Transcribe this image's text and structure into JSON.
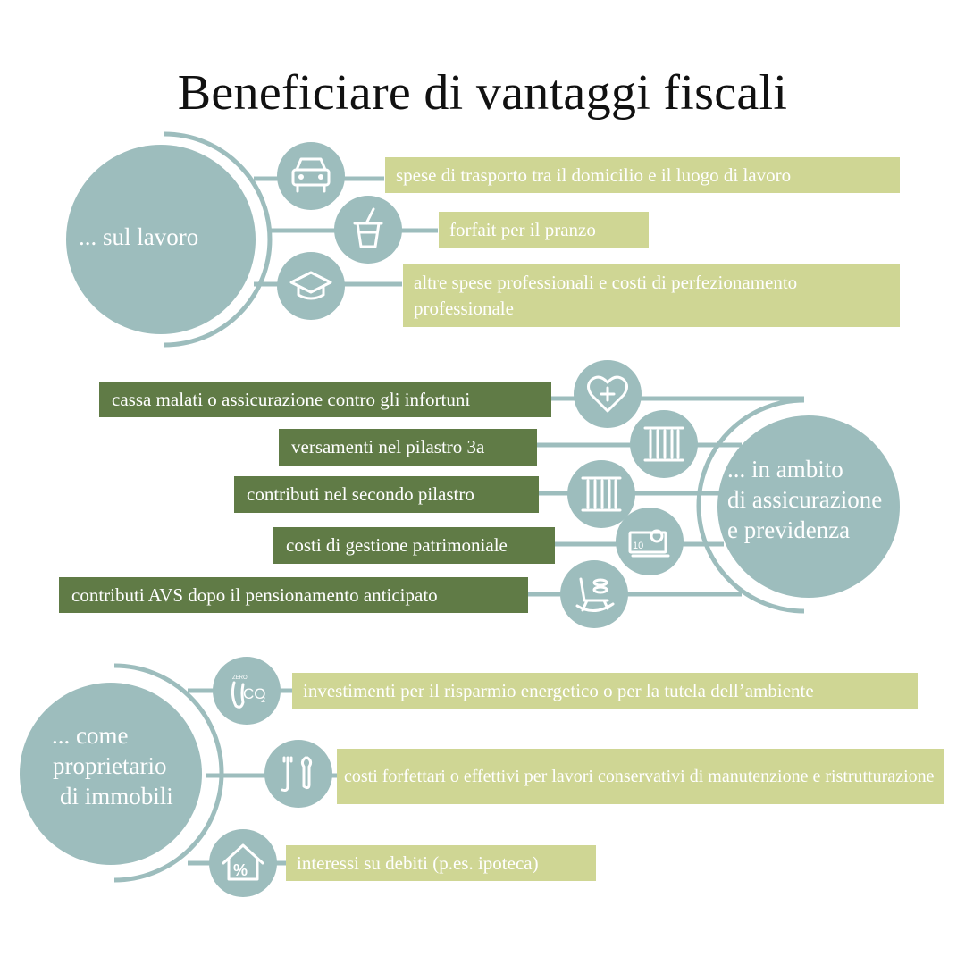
{
  "title": "Beneficiare di vantaggi fiscali",
  "colors": {
    "circle": "#9dbdbd",
    "light_box": "#cfd694",
    "dark_box": "#607b46",
    "text": "#111111"
  },
  "sections": [
    {
      "heading": "... sul lavoro",
      "items": [
        {
          "icon": "car-icon",
          "text": "spese di trasporto tra il domicilio e il luogo di lavoro"
        },
        {
          "icon": "drink-cup-icon",
          "text": "forfait per il pranzo"
        },
        {
          "icon": "graduation-cap-icon",
          "text": "altre spese professionali e costi di perfezionamento professionale"
        }
      ]
    },
    {
      "heading": "... in ambito di assicurazione e previdenza",
      "heading_lines": [
        "... in ambito",
        "di assicurazione",
        "e previdenza"
      ],
      "items": [
        {
          "icon": "heart-plus-icon",
          "text": "cassa malati o assicurazione contro gli infortuni"
        },
        {
          "icon": "pillar-icon",
          "text": "versamenti nel pilastro 3a"
        },
        {
          "icon": "pillar-icon",
          "text": "contributi nel secondo pilastro"
        },
        {
          "icon": "banknote-icon",
          "text": "costi di gestione patrimoniale",
          "icon_label": "10"
        },
        {
          "icon": "rocking-chair-icon",
          "text": "contributi AVS dopo il pensionamento anticipato"
        }
      ]
    },
    {
      "heading": "... come proprietario di immobili",
      "heading_lines": [
        "... come",
        "proprietario",
        "di immobili"
      ],
      "items": [
        {
          "icon": "co2-footprint-icon",
          "text": "investimenti per il risparmio energetico o per la tutela dell’ambiente",
          "icon_label": "CO",
          "icon_sub": "2",
          "icon_top": "ZERO"
        },
        {
          "icon": "tools-icon",
          "text": "costi forfettari o effettivi per lavori conservativi di manutenzione e ristrutturazione"
        },
        {
          "icon": "house-percent-icon",
          "text": "interessi su debiti (p.es. ipoteca)",
          "icon_label": "%"
        }
      ]
    }
  ]
}
